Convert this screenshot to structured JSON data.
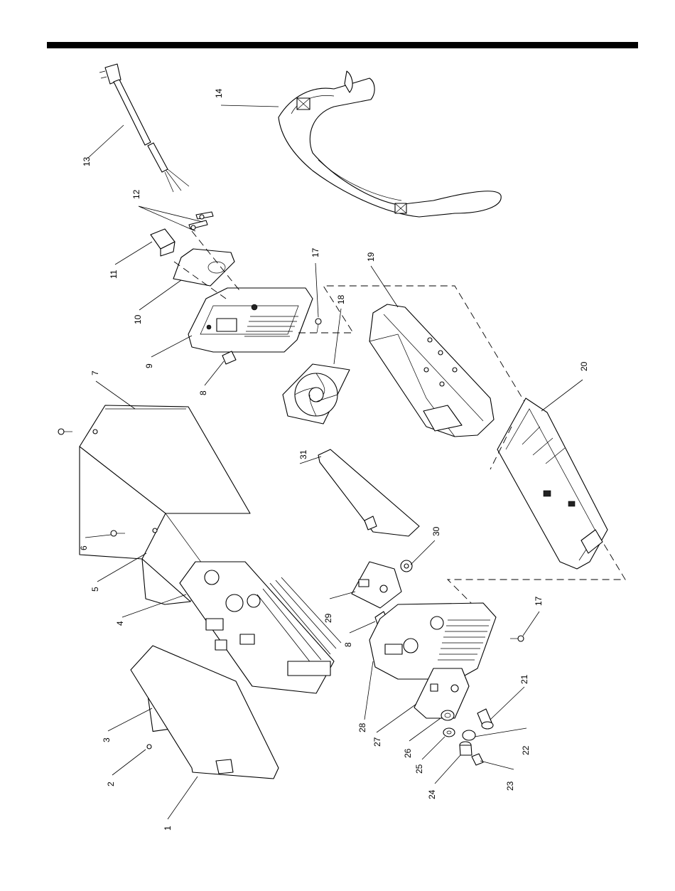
{
  "diagram": {
    "callouts": [
      "1",
      "2",
      "3",
      "4",
      "5",
      "6",
      "7",
      "8",
      "9",
      "10",
      "11",
      "12",
      "13",
      "14",
      "17",
      "18",
      "19",
      "20",
      "21",
      "22",
      "23",
      "24",
      "25",
      "26",
      "27",
      "28",
      "29",
      "30",
      "31"
    ]
  }
}
